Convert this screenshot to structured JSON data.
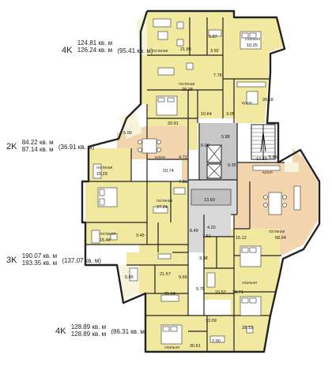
{
  "colors": {
    "wall": "#222222",
    "yellow": "#f1e9a0",
    "peach": "#f3d6ae",
    "grey": "#d9d9d9",
    "core": "#bfbfbf",
    "furniture": "#ffffff",
    "balcony": "#f8f4dc"
  },
  "apartments": [
    {
      "type": "4K",
      "area_total": "124.81 кв. м",
      "area_gross": "126.24 кв. м",
      "area_living": "(95.41 кв. м)"
    },
    {
      "type": "2K",
      "area_total": "84.22 кв. м",
      "area_gross": "87.14 кв. м",
      "area_living": "(36.91 кв. м)"
    },
    {
      "type": "3K",
      "area_total": "190.07 кв. м",
      "area_gross": "193.35 кв. м",
      "area_living": "(137.07 кв. м)"
    },
    {
      "type": "4K",
      "area_total": "128.89 кв. м",
      "area_gross": "128.89 кв. м",
      "area_living": "(86.31 кв. м)"
    }
  ],
  "rooms": {
    "r1": "гостиная",
    "r2": "спальня",
    "r3": "гостиная",
    "r4": "кухня",
    "r5": "гостиная",
    "r6": "кухня",
    "r7": "гостиная",
    "r8": "кухня",
    "r9": "гостиная",
    "r10": "гостиная",
    "r11": "спальня",
    "r12": "спальня"
  },
  "numbers": {
    "n1": "21.85",
    "n2": "5.87",
    "n3": "3.92",
    "n4": "10.25",
    "n5": "7.78",
    "n6": "29.28",
    "n7": "26.18",
    "n8": "10.64",
    "n9": "20.91",
    "n10": "3.05",
    "n11": "5.00",
    "n12": "5.88",
    "n13": "14.30",
    "n14": "6.08",
    "n15": "9.35",
    "n16": "15.29",
    "n17": "4.72",
    "n18": "10.74",
    "n19": "27.24",
    "n20": "7.89",
    "n21": "13.60",
    "n22": "5.88",
    "n23": "15.48",
    "n24": "3.45",
    "n25": "8.49",
    "n26": "7.51",
    "n27": "4.20",
    "n28": "15.12",
    "n29": "58.94",
    "n30": "3.38",
    "n31": "21.57",
    "n32": "9.69",
    "n33": "5.85",
    "n34": "21.04",
    "n35": "5.75",
    "n36": "10.52",
    "n37": "28.71",
    "n38": "13.09",
    "n39": "29.13",
    "n40": "20.61",
    "n41": "7.00"
  }
}
